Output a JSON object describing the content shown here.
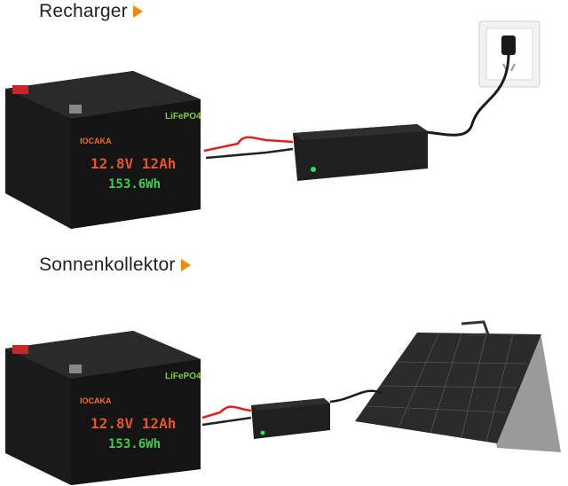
{
  "sections": [
    {
      "heading": "Recharger",
      "battery": {
        "brand": "IOCAKA",
        "chemistry": "LiFePO4",
        "voltage_capacity": "12.8V 12Ah",
        "energy": "153.6Wh"
      }
    },
    {
      "heading": "Sonnenkollektor",
      "battery": {
        "brand": "IOCAKA",
        "chemistry": "LiFePO4",
        "voltage_capacity": "12.8V 12Ah",
        "energy": "153.6Wh"
      }
    }
  ],
  "colors": {
    "accent": "#f08a00",
    "battery_body": "#1c1c1c",
    "voltage_text": "#e8542a",
    "energy_text": "#3ccf4e",
    "chemistry_text": "#7ad23a",
    "charger_led": "#2fe05a"
  },
  "icons": [
    "orange-triangle-arrow-icon",
    "wall-outlet-icon",
    "charger-led-icon"
  ]
}
